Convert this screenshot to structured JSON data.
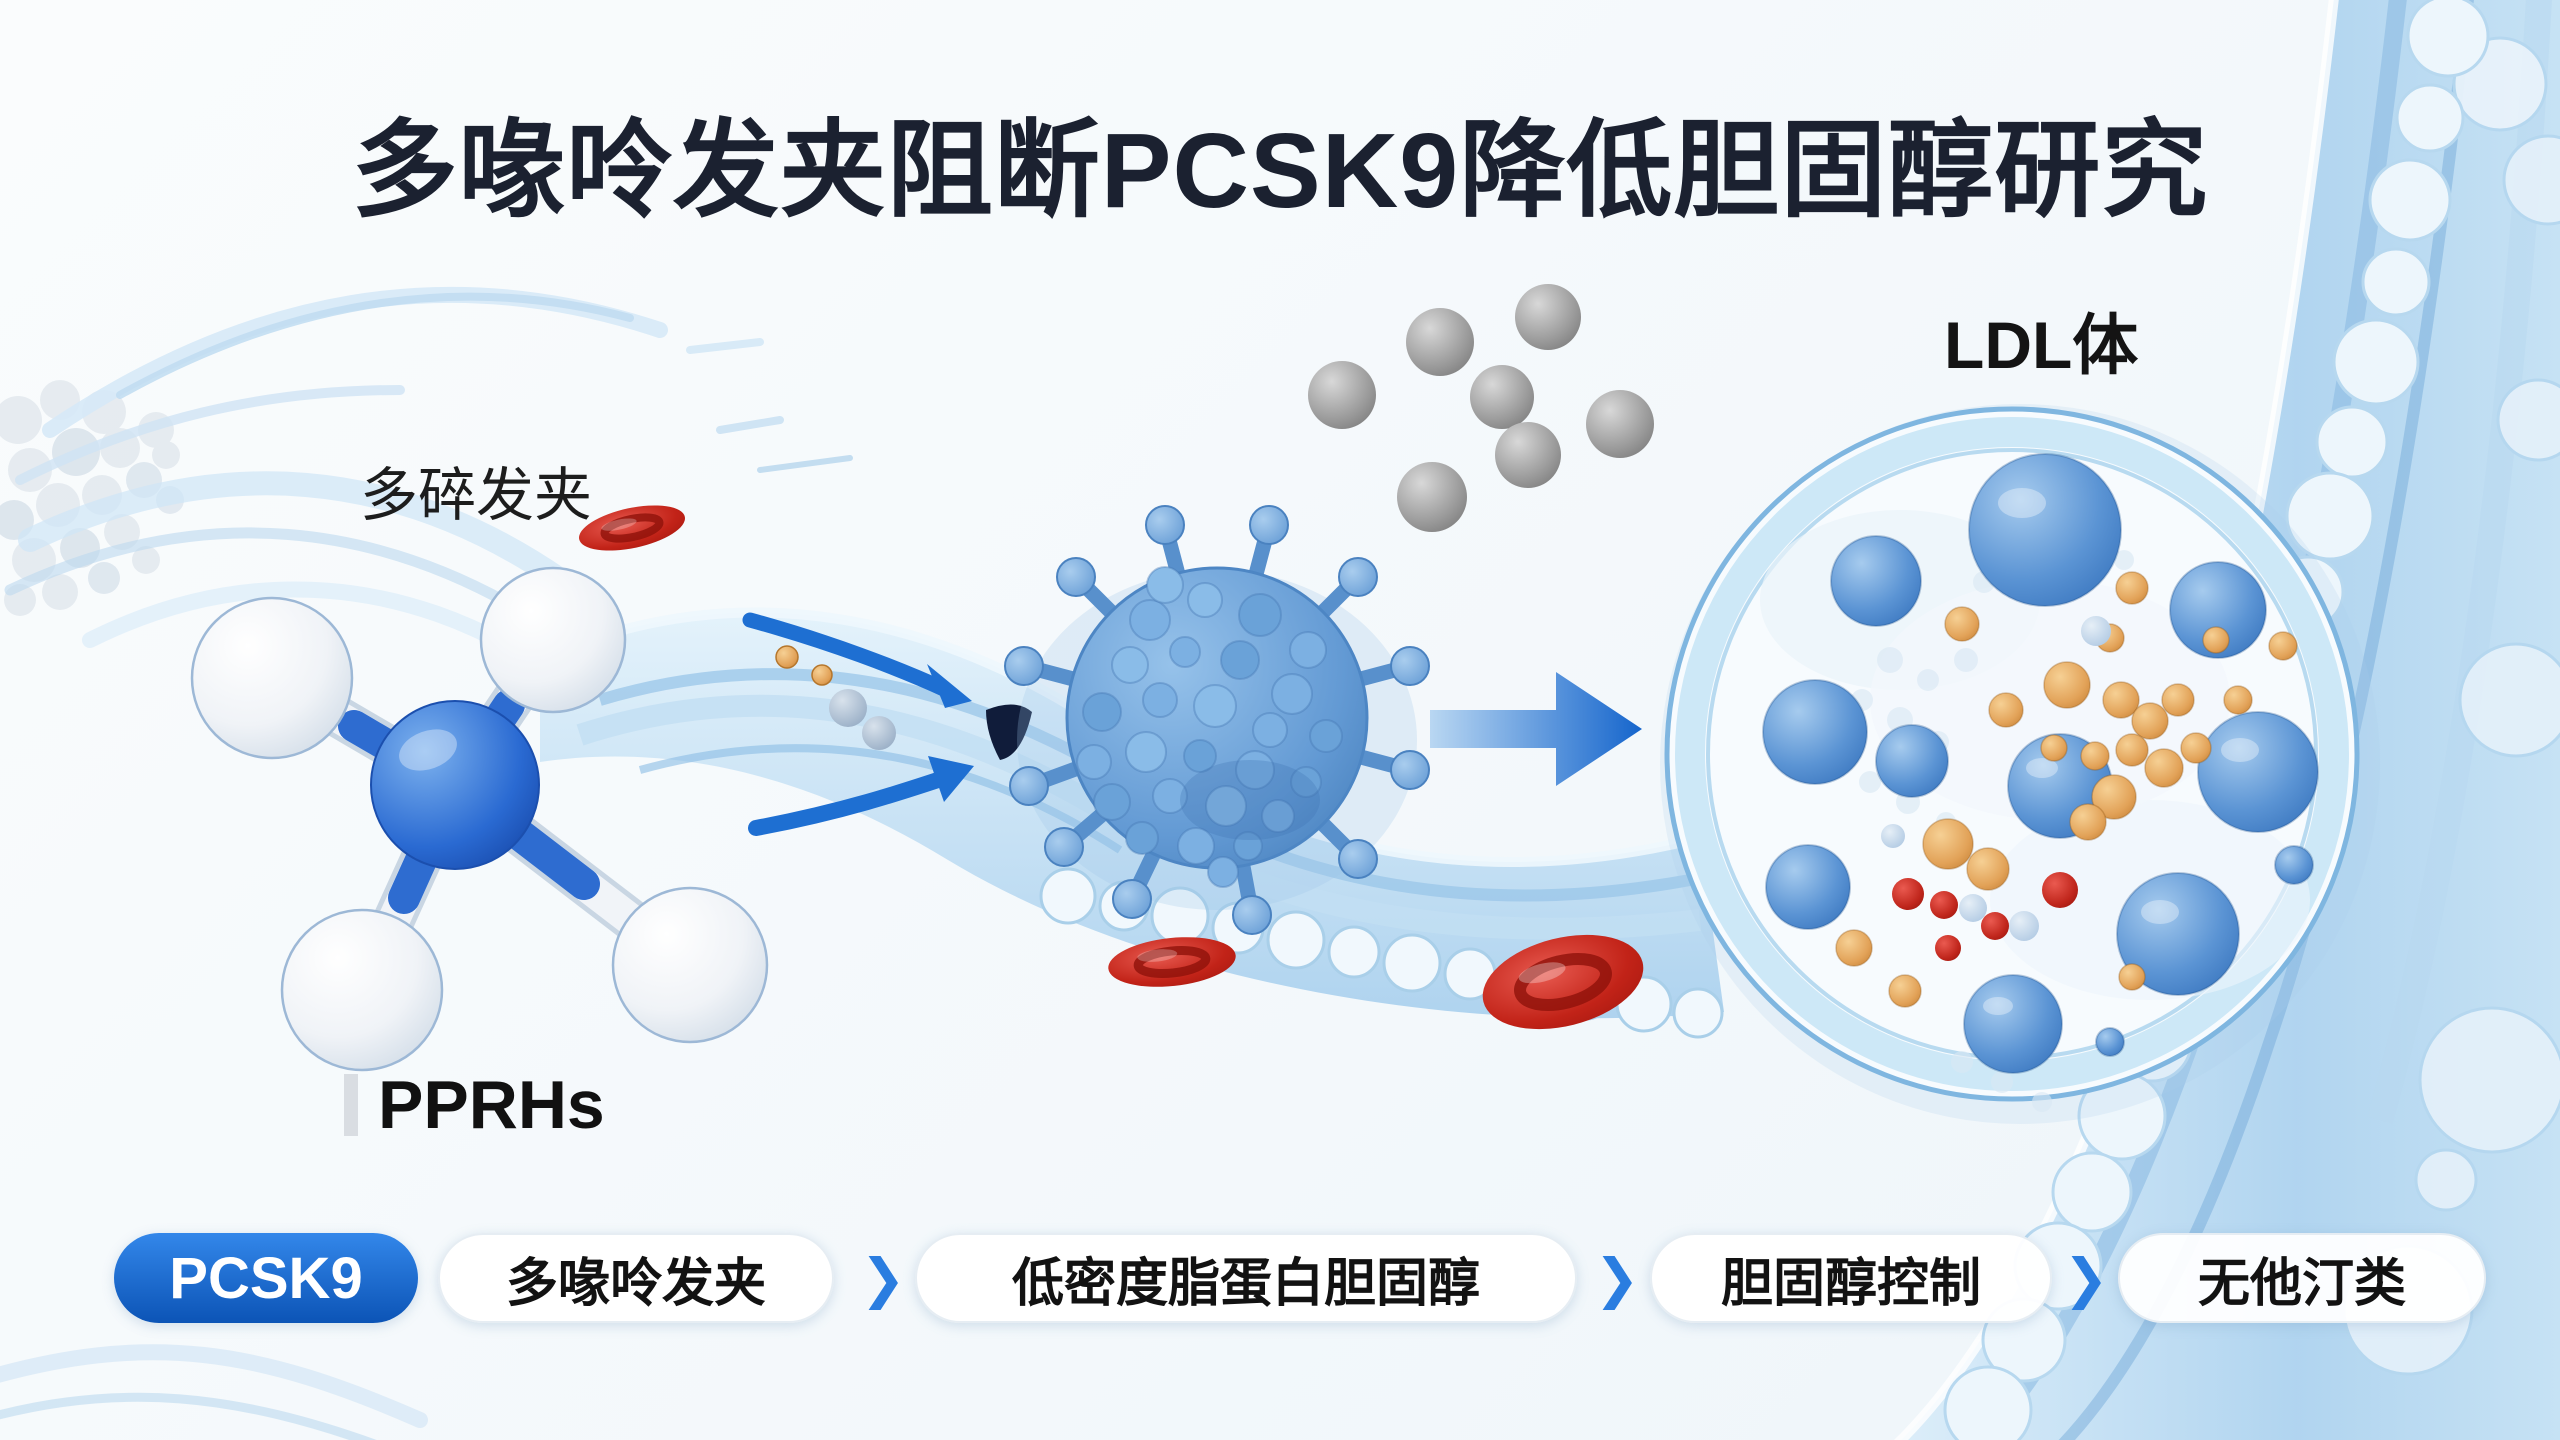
{
  "title": "多喙呤发夹阻断PCSK9降低胆固醇研究",
  "annotations": {
    "hairpin_label": "多碎发夹",
    "molecule_label": "PPRHs",
    "ldl_label": "LDL体"
  },
  "flow": {
    "badge": {
      "label": "PCSK9"
    },
    "steps": [
      {
        "label": "多喙呤发夹"
      },
      {
        "label": "低密度脂蛋白胆固醇"
      },
      {
        "label": "胆固醇控制"
      },
      {
        "label": "无他汀类"
      }
    ],
    "arrow_glyph": "❯"
  },
  "colors": {
    "badge_blue_top": "#3387ea",
    "badge_blue_bottom": "#0c54b6",
    "accent_blue": "#1565cc",
    "flow_chevron": "#2a7de0",
    "title_text": "#1b2130",
    "pill_bg": "#ffffff",
    "pill_text": "#121212",
    "vessel_light": "#e3f2fb",
    "vessel_mid": "#abd1ee",
    "molecule_core_blue": "#2a6ad2",
    "virus_blue": "#639ad4",
    "gray_particle": "#9a9a9a",
    "orange_particle": "#e2a258",
    "red_blood_cell": "#c0261c",
    "ldl_membrane": "#7fb6e0"
  },
  "icons": {
    "flow_separator": "chevron-right-icon",
    "transition": "arrow-right-icon"
  }
}
